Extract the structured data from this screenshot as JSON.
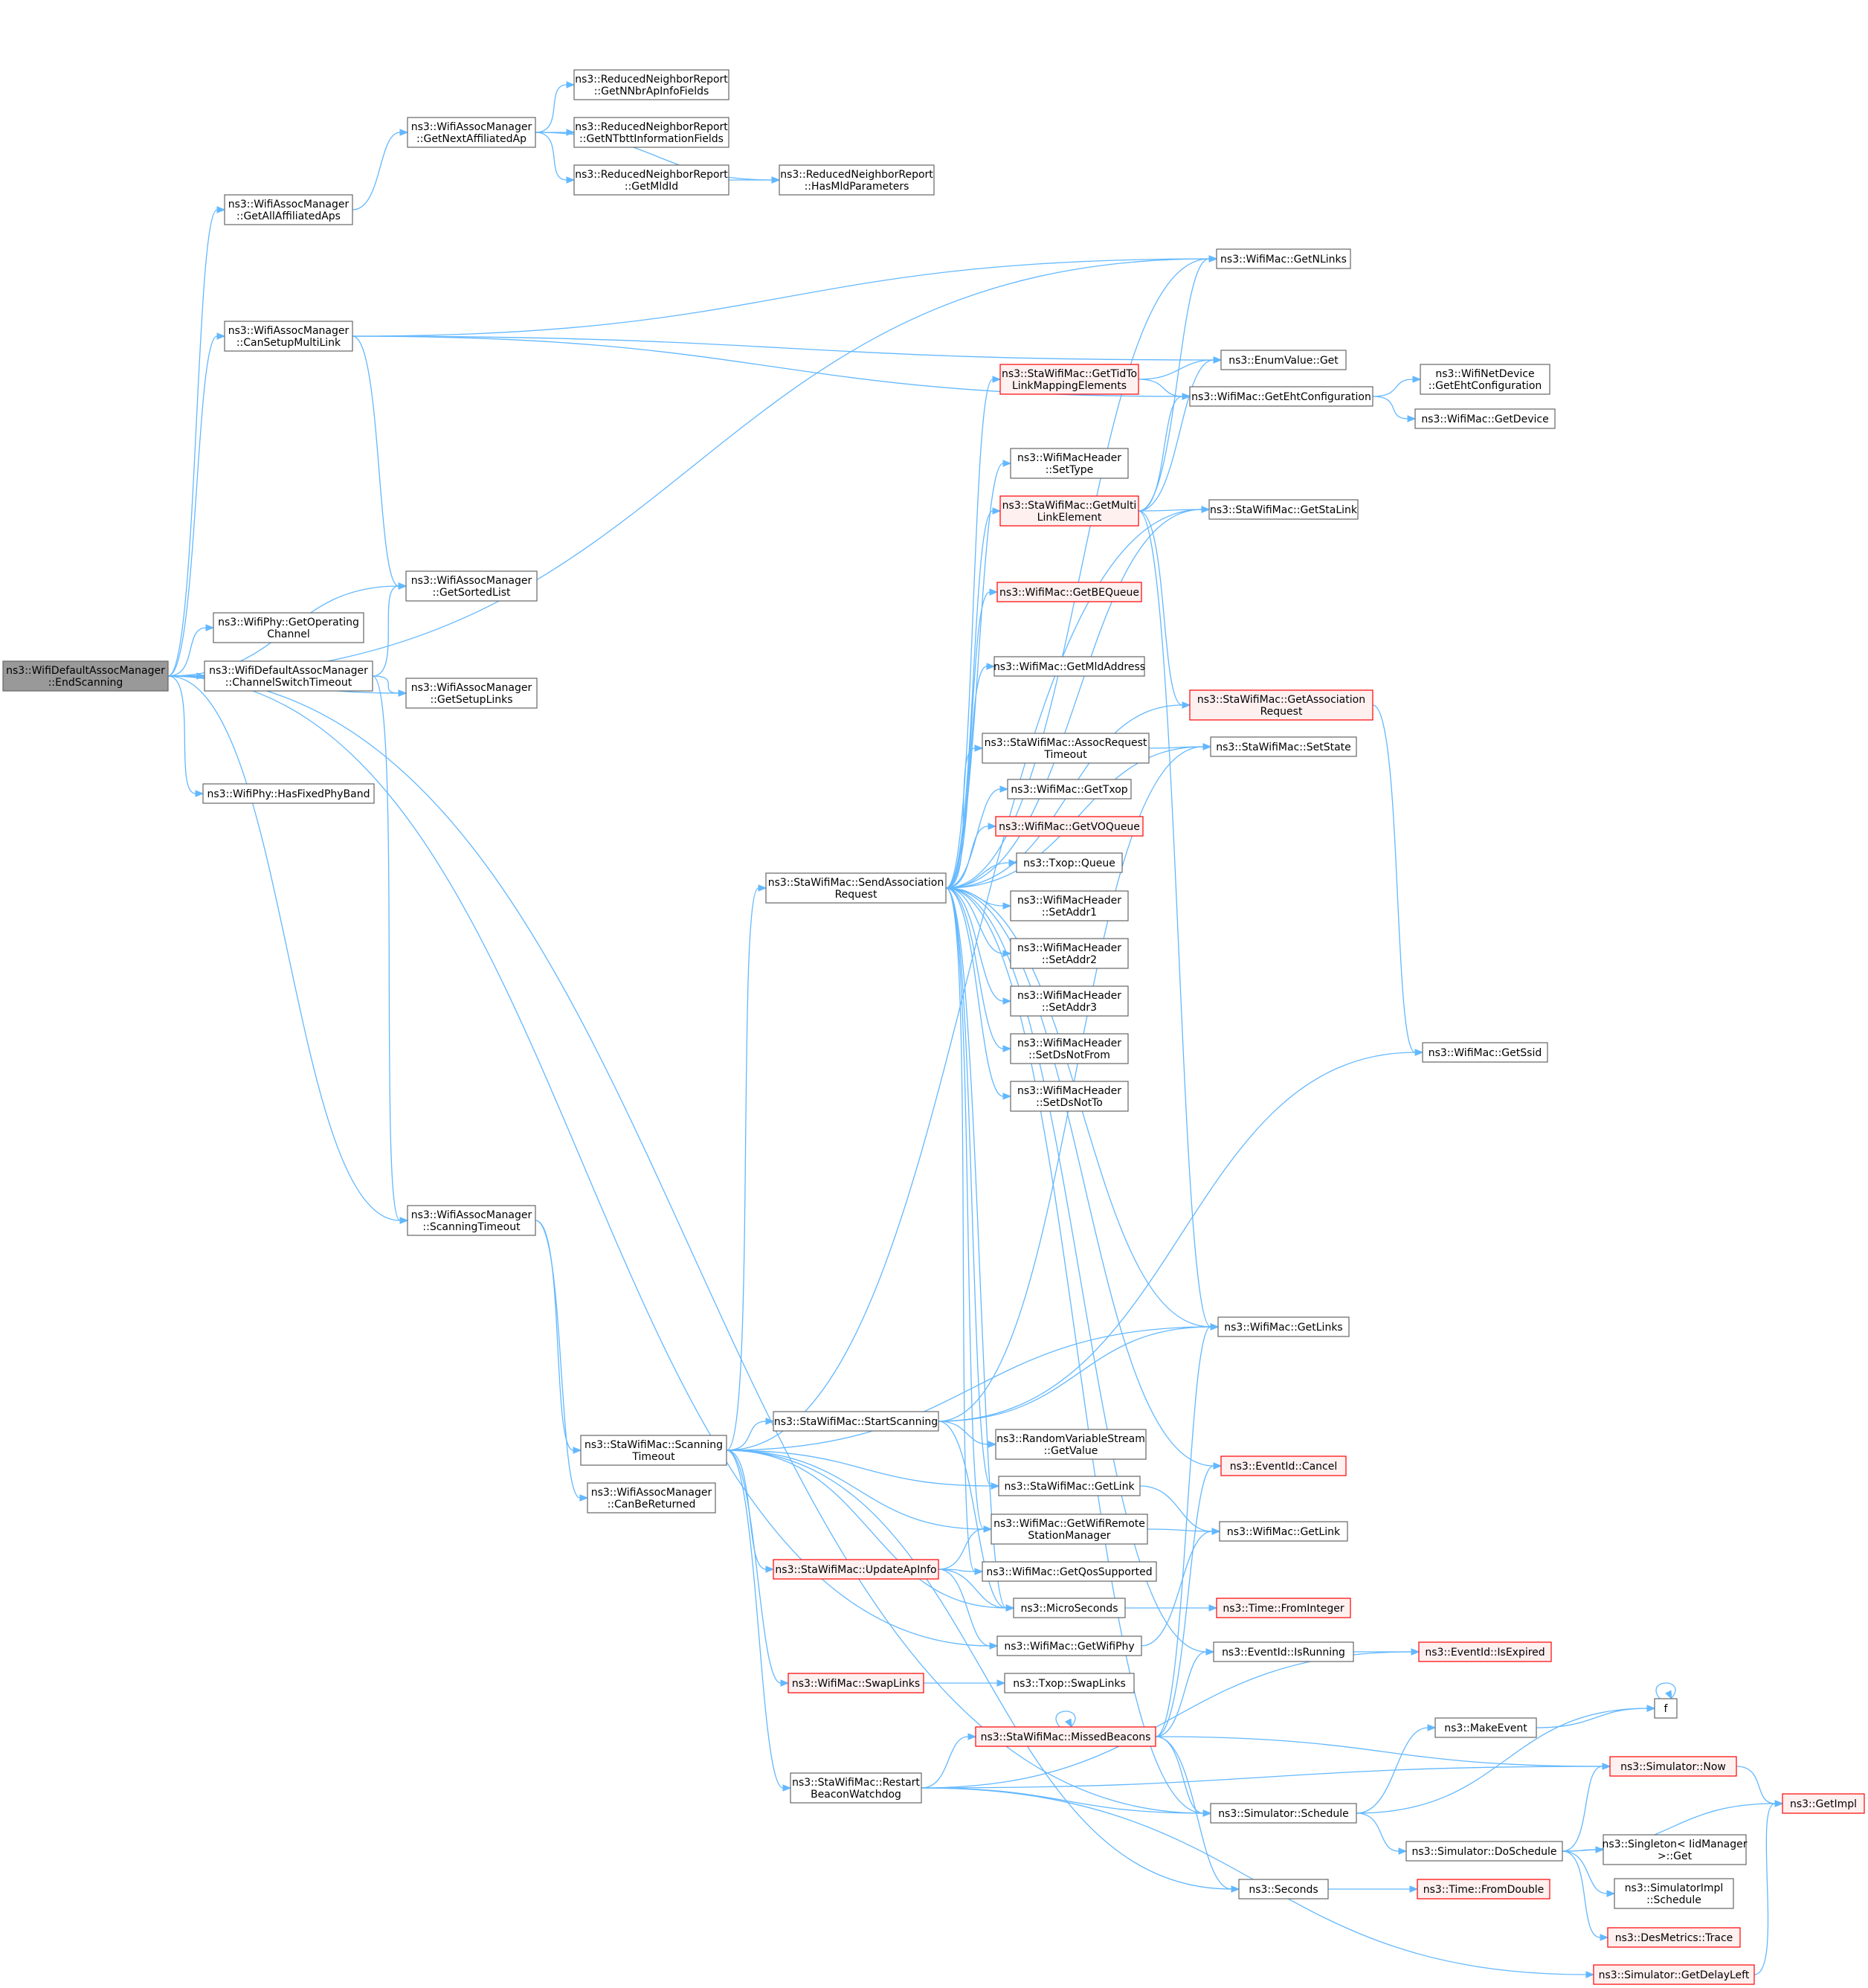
{
  "nodes": [
    {
      "id": "EndScanning",
      "lines": [
        "ns3::WifiDefaultAssocManager",
        "::EndScanning"
      ],
      "style": "root"
    },
    {
      "id": "GetAllAffiliatedAps",
      "lines": [
        "ns3::WifiAssocManager",
        "::GetAllAffiliatedAps"
      ]
    },
    {
      "id": "GetNextAffiliatedAp",
      "lines": [
        "ns3::WifiAssocManager",
        "::GetNextAffiliatedAp"
      ]
    },
    {
      "id": "GetNNbrApInfoFields",
      "lines": [
        "ns3::ReducedNeighborReport",
        "::GetNNbrApInfoFields"
      ]
    },
    {
      "id": "GetNTbttInformationFields",
      "lines": [
        "ns3::ReducedNeighborReport",
        "::GetNTbttInformationFields"
      ]
    },
    {
      "id": "RnrGetMldId",
      "lines": [
        "ns3::ReducedNeighborReport",
        "::GetMldId"
      ]
    },
    {
      "id": "HasMldParameters",
      "lines": [
        "ns3::ReducedNeighborReport",
        "::HasMldParameters"
      ]
    },
    {
      "id": "CanSetupMultiLink",
      "lines": [
        "ns3::WifiAssocManager",
        "::CanSetupMultiLink"
      ]
    },
    {
      "id": "GetNLinks",
      "lines": [
        "ns3::WifiMac::GetNLinks"
      ]
    },
    {
      "id": "EnumValueGet",
      "lines": [
        "ns3::EnumValue::Get"
      ]
    },
    {
      "id": "GetTidToLinkMappingElements",
      "lines": [
        "ns3::StaWifiMac::GetTidTo",
        "LinkMappingElements"
      ],
      "style": "red"
    },
    {
      "id": "GetEhtConfiguration",
      "lines": [
        "ns3::WifiMac::GetEhtConfiguration"
      ]
    },
    {
      "id": "NetDeviceGetEhtConfiguration",
      "lines": [
        "ns3::WifiNetDevice",
        "::GetEhtConfiguration"
      ]
    },
    {
      "id": "GetDevice",
      "lines": [
        "ns3::WifiMac::GetDevice"
      ]
    },
    {
      "id": "SetType",
      "lines": [
        "ns3::WifiMacHeader",
        "::SetType"
      ]
    },
    {
      "id": "GetMultiLinkElement",
      "lines": [
        "ns3::StaWifiMac::GetMulti",
        "LinkElement"
      ],
      "style": "red"
    },
    {
      "id": "GetStaLink",
      "lines": [
        "ns3::StaWifiMac::GetStaLink"
      ]
    },
    {
      "id": "GetSortedList",
      "lines": [
        "ns3::WifiAssocManager",
        "::GetSortedList"
      ]
    },
    {
      "id": "GetBEQueue",
      "lines": [
        "ns3::WifiMac::GetBEQueue"
      ],
      "style": "red"
    },
    {
      "id": "GetOperatingChannel",
      "lines": [
        "ns3::WifiPhy::GetOperating",
        "Channel"
      ]
    },
    {
      "id": "GetMldAddress",
      "lines": [
        "ns3::WifiMac::GetMldAddress"
      ]
    },
    {
      "id": "ChannelSwitchTimeout",
      "lines": [
        "ns3::WifiDefaultAssocManager",
        "::ChannelSwitchTimeout"
      ]
    },
    {
      "id": "GetSetupLinks",
      "lines": [
        "ns3::WifiAssocManager",
        "::GetSetupLinks"
      ]
    },
    {
      "id": "GetAssociationRequest",
      "lines": [
        "ns3::StaWifiMac::GetAssociation",
        "Request"
      ],
      "style": "red"
    },
    {
      "id": "AssocRequestTimeout",
      "lines": [
        "ns3::StaWifiMac::AssocRequest",
        "Timeout"
      ]
    },
    {
      "id": "SetState",
      "lines": [
        "ns3::StaWifiMac::SetState"
      ]
    },
    {
      "id": "HasFixedPhyBand",
      "lines": [
        "ns3::WifiPhy::HasFixedPhyBand"
      ]
    },
    {
      "id": "GetTxop",
      "lines": [
        "ns3::WifiMac::GetTxop"
      ]
    },
    {
      "id": "GetVOQueue",
      "lines": [
        "ns3::WifiMac::GetVOQueue"
      ],
      "style": "red"
    },
    {
      "id": "SendAssociationRequest",
      "lines": [
        "ns3::StaWifiMac::SendAssociation",
        "Request"
      ]
    },
    {
      "id": "TxopQueue",
      "lines": [
        "ns3::Txop::Queue"
      ]
    },
    {
      "id": "SetAddr1",
      "lines": [
        "ns3::WifiMacHeader",
        "::SetAddr1"
      ]
    },
    {
      "id": "SetAddr2",
      "lines": [
        "ns3::WifiMacHeader",
        "::SetAddr2"
      ]
    },
    {
      "id": "SetAddr3",
      "lines": [
        "ns3::WifiMacHeader",
        "::SetAddr3"
      ]
    },
    {
      "id": "SetDsNotFrom",
      "lines": [
        "ns3::WifiMacHeader",
        "::SetDsNotFrom"
      ]
    },
    {
      "id": "GetSsid",
      "lines": [
        "ns3::WifiMac::GetSsid"
      ]
    },
    {
      "id": "SetDsNotTo",
      "lines": [
        "ns3::WifiMacHeader",
        "::SetDsNotTo"
      ]
    },
    {
      "id": "AssocScanningTimeout",
      "lines": [
        "ns3::WifiAssocManager",
        "::ScanningTimeout"
      ]
    },
    {
      "id": "GetLinks",
      "lines": [
        "ns3::WifiMac::GetLinks"
      ]
    },
    {
      "id": "StartScanning",
      "lines": [
        "ns3::StaWifiMac::StartScanning"
      ]
    },
    {
      "id": "StaScanningTimeout",
      "lines": [
        "ns3::StaWifiMac::Scanning",
        "Timeout"
      ]
    },
    {
      "id": "RvsGetValue",
      "lines": [
        "ns3::RandomVariableStream",
        "::GetValue"
      ]
    },
    {
      "id": "EventIdCancel",
      "lines": [
        "ns3::EventId::Cancel"
      ],
      "style": "red"
    },
    {
      "id": "CanBeReturned",
      "lines": [
        "ns3::WifiAssocManager",
        "::CanBeReturned"
      ]
    },
    {
      "id": "StaGetLink",
      "lines": [
        "ns3::StaWifiMac::GetLink"
      ]
    },
    {
      "id": "GetWifiRemoteStationManager",
      "lines": [
        "ns3::WifiMac::GetWifiRemote",
        "StationManager"
      ]
    },
    {
      "id": "MacGetLink",
      "lines": [
        "ns3::WifiMac::GetLink"
      ]
    },
    {
      "id": "UpdateApInfo",
      "lines": [
        "ns3::StaWifiMac::UpdateApInfo"
      ],
      "style": "red"
    },
    {
      "id": "GetQosSupported",
      "lines": [
        "ns3::WifiMac::GetQosSupported"
      ]
    },
    {
      "id": "MicroSeconds",
      "lines": [
        "ns3::MicroSeconds"
      ]
    },
    {
      "id": "TimeFromInteger",
      "lines": [
        "ns3::Time::FromInteger"
      ],
      "style": "red"
    },
    {
      "id": "GetWifiPhy",
      "lines": [
        "ns3::WifiMac::GetWifiPhy"
      ]
    },
    {
      "id": "EventIdIsRunning",
      "lines": [
        "ns3::EventId::IsRunning"
      ]
    },
    {
      "id": "EventIdIsExpired",
      "lines": [
        "ns3::EventId::IsExpired"
      ],
      "style": "red"
    },
    {
      "id": "SwapLinks",
      "lines": [
        "ns3::WifiMac::SwapLinks"
      ],
      "style": "red"
    },
    {
      "id": "TxopSwapLinks",
      "lines": [
        "ns3::Txop::SwapLinks"
      ]
    },
    {
      "id": "f",
      "lines": [
        "f"
      ]
    },
    {
      "id": "MakeEvent",
      "lines": [
        "ns3::MakeEvent"
      ]
    },
    {
      "id": "MissedBeacons",
      "lines": [
        "ns3::StaWifiMac::MissedBeacons"
      ],
      "style": "red"
    },
    {
      "id": "SimulatorNow",
      "lines": [
        "ns3::Simulator::Now"
      ],
      "style": "red"
    },
    {
      "id": "RestartBeaconWatchdog",
      "lines": [
        "ns3::StaWifiMac::Restart",
        "BeaconWatchdog"
      ]
    },
    {
      "id": "GetImpl",
      "lines": [
        "ns3::GetImpl"
      ],
      "style": "red"
    },
    {
      "id": "SimulatorSchedule",
      "lines": [
        "ns3::Simulator::Schedule"
      ]
    },
    {
      "id": "DoSchedule",
      "lines": [
        "ns3::Simulator::DoSchedule"
      ]
    },
    {
      "id": "SingletonGet",
      "lines": [
        "ns3::Singleton< IidManager",
        ">::Get"
      ]
    },
    {
      "id": "SimulatorImplSchedule",
      "lines": [
        "ns3::SimulatorImpl",
        "::Schedule"
      ]
    },
    {
      "id": "Seconds",
      "lines": [
        "ns3::Seconds"
      ]
    },
    {
      "id": "TimeFromDouble",
      "lines": [
        "ns3::Time::FromDouble"
      ],
      "style": "red"
    },
    {
      "id": "DesMetricsTrace",
      "lines": [
        "ns3::DesMetrics::Trace"
      ],
      "style": "red"
    },
    {
      "id": "GetDelayLeft",
      "lines": [
        "ns3::Simulator::GetDelayLeft"
      ],
      "style": "red"
    }
  ],
  "edges": [
    [
      "EndScanning",
      "GetAllAffiliatedAps"
    ],
    [
      "EndScanning",
      "GetNLinks"
    ],
    [
      "EndScanning",
      "CanSetupMultiLink"
    ],
    [
      "EndScanning",
      "GetSortedList"
    ],
    [
      "EndScanning",
      "GetOperatingChannel"
    ],
    [
      "EndScanning",
      "ChannelSwitchTimeout"
    ],
    [
      "EndScanning",
      "GetSetupLinks"
    ],
    [
      "EndScanning",
      "HasFixedPhyBand"
    ],
    [
      "EndScanning",
      "AssocScanningTimeout"
    ],
    [
      "EndScanning",
      "GetWifiPhy"
    ],
    [
      "EndScanning",
      "SimulatorSchedule"
    ],
    [
      "GetAllAffiliatedAps",
      "GetNextAffiliatedAp"
    ],
    [
      "GetNextAffiliatedAp",
      "GetNNbrApInfoFields"
    ],
    [
      "GetNextAffiliatedAp",
      "GetNTbttInformationFields"
    ],
    [
      "GetNextAffiliatedAp",
      "RnrGetMldId"
    ],
    [
      "GetNextAffiliatedAp",
      "HasMldParameters"
    ],
    [
      "RnrGetMldId",
      "HasMldParameters"
    ],
    [
      "CanSetupMultiLink",
      "GetNLinks"
    ],
    [
      "CanSetupMultiLink",
      "EnumValueGet"
    ],
    [
      "CanSetupMultiLink",
      "GetEhtConfiguration"
    ],
    [
      "CanSetupMultiLink",
      "GetSortedList"
    ],
    [
      "ChannelSwitchTimeout",
      "GetSortedList"
    ],
    [
      "ChannelSwitchTimeout",
      "GetSetupLinks"
    ],
    [
      "ChannelSwitchTimeout",
      "AssocScanningTimeout"
    ],
    [
      "GetTidToLinkMappingElements",
      "EnumValueGet"
    ],
    [
      "GetTidToLinkMappingElements",
      "GetEhtConfiguration"
    ],
    [
      "GetEhtConfiguration",
      "NetDeviceGetEhtConfiguration"
    ],
    [
      "GetEhtConfiguration",
      "GetDevice"
    ],
    [
      "GetMultiLinkElement",
      "GetNLinks"
    ],
    [
      "GetMultiLinkElement",
      "EnumValueGet"
    ],
    [
      "GetMultiLinkElement",
      "GetEhtConfiguration"
    ],
    [
      "GetMultiLinkElement",
      "GetStaLink"
    ],
    [
      "GetMultiLinkElement",
      "GetAssociationRequest"
    ],
    [
      "GetMultiLinkElement",
      "GetLinks"
    ],
    [
      "GetAssociationRequest",
      "GetSsid"
    ],
    [
      "AssocRequestTimeout",
      "SetState"
    ],
    [
      "SendAssociationRequest",
      "GetNLinks"
    ],
    [
      "SendAssociationRequest",
      "GetTidToLinkMappingElements"
    ],
    [
      "SendAssociationRequest",
      "SetType"
    ],
    [
      "SendAssociationRequest",
      "GetMultiLinkElement"
    ],
    [
      "SendAssociationRequest",
      "GetStaLink"
    ],
    [
      "SendAssociationRequest",
      "GetBEQueue"
    ],
    [
      "SendAssociationRequest",
      "GetMldAddress"
    ],
    [
      "SendAssociationRequest",
      "GetAssociationRequest"
    ],
    [
      "SendAssociationRequest",
      "AssocRequestTimeout"
    ],
    [
      "SendAssociationRequest",
      "SetState"
    ],
    [
      "SendAssociationRequest",
      "GetTxop"
    ],
    [
      "SendAssociationRequest",
      "GetVOQueue"
    ],
    [
      "SendAssociationRequest",
      "TxopQueue"
    ],
    [
      "SendAssociationRequest",
      "SetAddr1"
    ],
    [
      "SendAssociationRequest",
      "SetAddr2"
    ],
    [
      "SendAssociationRequest",
      "SetAddr3"
    ],
    [
      "SendAssociationRequest",
      "SetDsNotFrom"
    ],
    [
      "SendAssociationRequest",
      "SetDsNotTo"
    ],
    [
      "SendAssociationRequest",
      "GetLinks"
    ],
    [
      "SendAssociationRequest",
      "EventIdCancel"
    ],
    [
      "SendAssociationRequest",
      "StaGetLink"
    ],
    [
      "SendAssociationRequest",
      "GetWifiRemoteStationManager"
    ],
    [
      "SendAssociationRequest",
      "GetQosSupported"
    ],
    [
      "SendAssociationRequest",
      "MicroSeconds"
    ],
    [
      "SendAssociationRequest",
      "EventIdIsRunning"
    ],
    [
      "SendAssociationRequest",
      "SimulatorSchedule"
    ],
    [
      "AssocScanningTimeout",
      "StaScanningTimeout"
    ],
    [
      "AssocScanningTimeout",
      "CanBeReturned"
    ],
    [
      "StaScanningTimeout",
      "GetStaLink"
    ],
    [
      "StaScanningTimeout",
      "SendAssociationRequest"
    ],
    [
      "StaScanningTimeout",
      "GetLinks"
    ],
    [
      "StaScanningTimeout",
      "StartScanning"
    ],
    [
      "StaScanningTimeout",
      "StaGetLink"
    ],
    [
      "StaScanningTimeout",
      "GetWifiRemoteStationManager"
    ],
    [
      "StaScanningTimeout",
      "UpdateApInfo"
    ],
    [
      "StaScanningTimeout",
      "MicroSeconds"
    ],
    [
      "StaScanningTimeout",
      "SwapLinks"
    ],
    [
      "StaScanningTimeout",
      "RestartBeaconWatchdog"
    ],
    [
      "StaScanningTimeout",
      "Seconds"
    ],
    [
      "StartScanning",
      "GetLinks"
    ],
    [
      "StartScanning",
      "SetState"
    ],
    [
      "StartScanning",
      "GetSsid"
    ],
    [
      "StartScanning",
      "RvsGetValue"
    ],
    [
      "StartScanning",
      "MicroSeconds"
    ],
    [
      "StaGetLink",
      "MacGetLink"
    ],
    [
      "GetWifiRemoteStationManager",
      "MacGetLink"
    ],
    [
      "UpdateApInfo",
      "GetWifiRemoteStationManager"
    ],
    [
      "UpdateApInfo",
      "GetQosSupported"
    ],
    [
      "UpdateApInfo",
      "MicroSeconds"
    ],
    [
      "UpdateApInfo",
      "GetWifiPhy"
    ],
    [
      "MicroSeconds",
      "TimeFromInteger"
    ],
    [
      "GetWifiPhy",
      "MacGetLink"
    ],
    [
      "EventIdIsRunning",
      "EventIdIsExpired"
    ],
    [
      "SwapLinks",
      "TxopSwapLinks"
    ],
    [
      "f",
      "f"
    ],
    [
      "MakeEvent",
      "f"
    ],
    [
      "MissedBeacons",
      "MissedBeacons"
    ],
    [
      "MissedBeacons",
      "GetLinks"
    ],
    [
      "MissedBeacons",
      "EventIdCancel"
    ],
    [
      "MissedBeacons",
      "EventIdIsRunning"
    ],
    [
      "MissedBeacons",
      "SimulatorNow"
    ],
    [
      "MissedBeacons",
      "SimulatorSchedule"
    ],
    [
      "MissedBeacons",
      "Seconds"
    ],
    [
      "RestartBeaconWatchdog",
      "MissedBeacons"
    ],
    [
      "RestartBeaconWatchdog",
      "EventIdIsExpired"
    ],
    [
      "RestartBeaconWatchdog",
      "SimulatorNow"
    ],
    [
      "RestartBeaconWatchdog",
      "SimulatorSchedule"
    ],
    [
      "RestartBeaconWatchdog",
      "GetDelayLeft"
    ],
    [
      "SimulatorNow",
      "GetImpl"
    ],
    [
      "SimulatorSchedule",
      "f"
    ],
    [
      "SimulatorSchedule",
      "MakeEvent"
    ],
    [
      "SimulatorSchedule",
      "DoSchedule"
    ],
    [
      "DoSchedule",
      "SimulatorNow"
    ],
    [
      "DoSchedule",
      "GetImpl"
    ],
    [
      "DoSchedule",
      "SingletonGet"
    ],
    [
      "DoSchedule",
      "SimulatorImplSchedule"
    ],
    [
      "DoSchedule",
      "DesMetricsTrace"
    ],
    [
      "Seconds",
      "TimeFromDouble"
    ],
    [
      "GetDelayLeft",
      "GetImpl"
    ]
  ]
}
